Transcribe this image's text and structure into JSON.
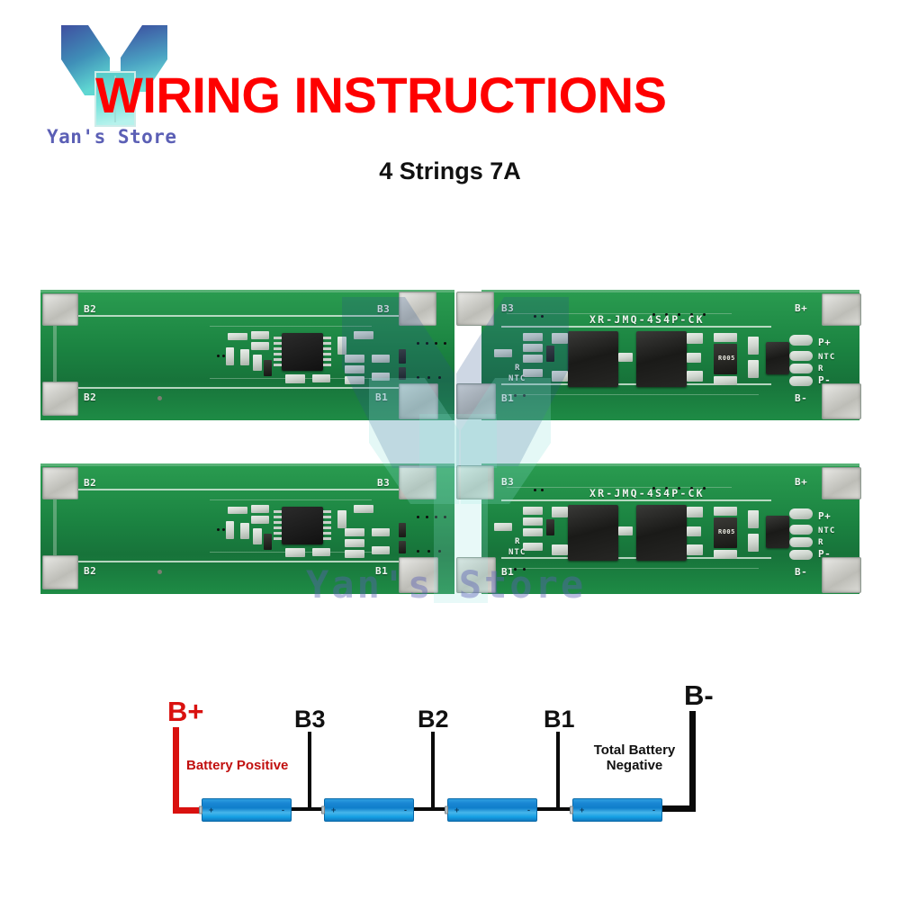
{
  "header": {
    "title": "WIRING INSTRUCTIONS",
    "subtitle": "4 Strings 7A",
    "brand_name": "Yan's Store",
    "logo_icon": "yan-store-y-logo-icon",
    "title_color": "#fe0000",
    "brand_color": "#5b5fb5"
  },
  "watermark": {
    "text": "Yan's Store",
    "logo_icon": "yan-store-y-logo-watermark-icon"
  },
  "pcb": {
    "caption_part_number": "XR-JMQ-4S4P-CK",
    "board_color": "#1d8a43",
    "labels": {
      "b2_top": "B2",
      "b2_bottom": "B2",
      "b3_left": "B3",
      "b3_right": "B3",
      "b1_left": "B1",
      "b1_right": "B1",
      "b_plus": "B+",
      "b_minus": "B-",
      "p_plus": "P+",
      "ntc": "NTC",
      "r": "R",
      "p_minus": "P-",
      "ntc_mid": "NTC",
      "r_mid": "R",
      "sense_resistor": "R005"
    }
  },
  "diagram": {
    "nodes": [
      {
        "id": "b-plus",
        "label": "B+"
      },
      {
        "id": "b3",
        "label": "B3"
      },
      {
        "id": "b2",
        "label": "B2"
      },
      {
        "id": "b1",
        "label": "B1"
      },
      {
        "id": "b-minus",
        "label": "B-"
      }
    ],
    "annotations": {
      "battery_positive": "Battery Positive",
      "total_battery_negative_line1": "Total Battery",
      "total_battery_negative_line2": "Negative"
    },
    "cells": [
      {
        "positive": "+",
        "negative": "-"
      },
      {
        "positive": "+",
        "negative": "-"
      },
      {
        "positive": "+",
        "negative": "-"
      },
      {
        "positive": "+",
        "negative": "-"
      }
    ],
    "cell_count": 4,
    "wire_colors": {
      "positive": "#d9110f",
      "negative": "#0a0a0a"
    }
  }
}
